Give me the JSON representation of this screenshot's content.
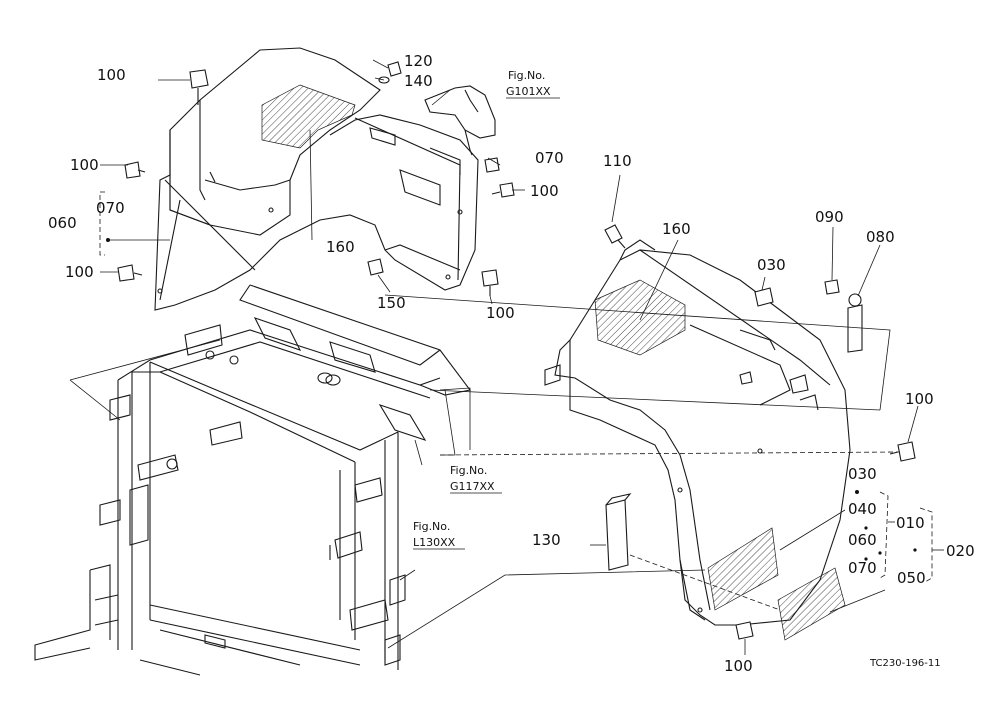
{
  "callouts": [
    {
      "id": "c100a",
      "text": "100"
    },
    {
      "id": "c120",
      "text": "120"
    },
    {
      "id": "c140",
      "text": "140"
    },
    {
      "id": "c100b",
      "text": "100"
    },
    {
      "id": "c060",
      "text": "060"
    },
    {
      "id": "c070a",
      "text": "070"
    },
    {
      "id": "c100c",
      "text": "100"
    },
    {
      "id": "c160a",
      "text": "160"
    },
    {
      "id": "c070b",
      "text": "070"
    },
    {
      "id": "c100d",
      "text": "100"
    },
    {
      "id": "c150",
      "text": "150"
    },
    {
      "id": "c100e",
      "text": "100"
    },
    {
      "id": "c110",
      "text": "110"
    },
    {
      "id": "c160b",
      "text": "160"
    },
    {
      "id": "c030a",
      "text": "030"
    },
    {
      "id": "c090",
      "text": "090"
    },
    {
      "id": "c080",
      "text": "080"
    },
    {
      "id": "c100f",
      "text": "100"
    },
    {
      "id": "c030b",
      "text": "030"
    },
    {
      "id": "c040",
      "text": "040"
    },
    {
      "id": "c010",
      "text": "010"
    },
    {
      "id": "c060b",
      "text": "060"
    },
    {
      "id": "c070c",
      "text": "070"
    },
    {
      "id": "c050",
      "text": "050"
    },
    {
      "id": "c020",
      "text": "020"
    },
    {
      "id": "c130",
      "text": "130"
    },
    {
      "id": "c100g",
      "text": "100"
    }
  ],
  "figure_refs": [
    {
      "label": "Fig.No.",
      "code": "G101XX"
    },
    {
      "label": "Fig.No.",
      "code": "G117XX"
    },
    {
      "label": "Fig.No.",
      "code": "L130XX"
    }
  ],
  "drawing_code": "TC230-196-11"
}
